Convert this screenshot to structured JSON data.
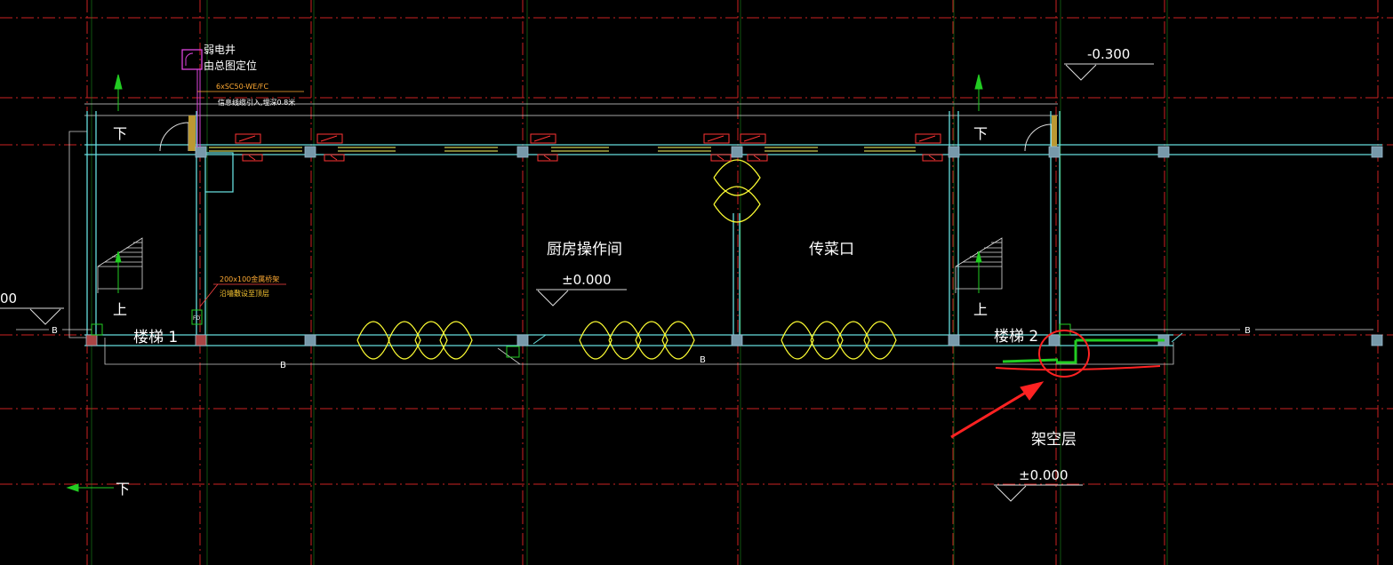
{
  "texts": {
    "weak_shaft": "弱电井",
    "weak_shaft_note": "由总图定位",
    "pipe_label": "6xSC50-WE/FC",
    "pipe_note": "信息线缆引入,埋深0.8米",
    "tray_label": "200x100金属桥架",
    "tray_note": "沿墙敷设至顶层",
    "fd_tag": "FD",
    "kitchen": "厨房操作间",
    "serving_window": "传菜口",
    "stair_1": "楼梯 1",
    "stair_2": "楼梯 2",
    "stilt_floor": "架空层",
    "down_1": "下",
    "up_1": "上",
    "down_2": "下",
    "up_2": "上",
    "down_3": "下",
    "level_kitchen": "±0.000",
    "level_stilt": "±0.000",
    "level_top": "-0.300",
    "level_left": "00",
    "bus_b_left": "B",
    "bus_b_mid": "B",
    "bus_b_right_1": "B",
    "bus_b_right_2": "B"
  },
  "colors": {
    "background": "#000000",
    "axis_red": "#cc2222",
    "axis_green": "#22aa22",
    "wall_cyan": "#66dddd",
    "door_yellow": "#ffff33",
    "column_fill": "#7799aa",
    "annotation_red": "#ff3333",
    "markup_green": "#22cc22",
    "text_white": "#ffffff",
    "shaft_magenta": "#dd44dd"
  }
}
